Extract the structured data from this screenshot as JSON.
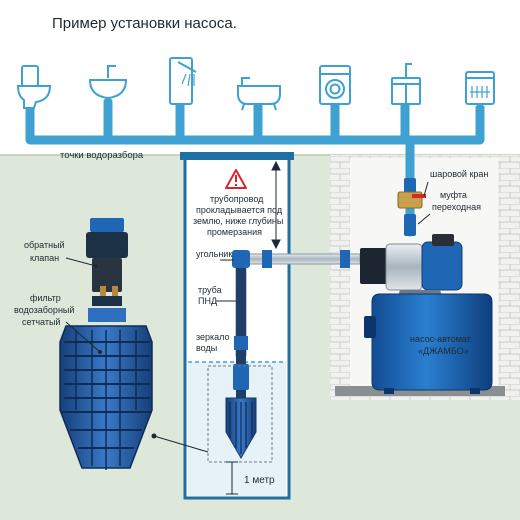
{
  "title": "Пример установки насоса.",
  "labels": {
    "water_points": "точки водоразбора",
    "ball_valve": "шаровой кран",
    "coupling_1": "муфта",
    "coupling_2": "переходная",
    "pipeline_1": "трубопровод",
    "pipeline_2": "прокладывается под",
    "pipeline_3": "землю, ниже глубины",
    "pipeline_4": "промерзания",
    "elbow": "угольник",
    "pipe_1": "труба",
    "pipe_2": "ПНД",
    "mirror_1": "зеркало",
    "mirror_2": "воды",
    "check_valve_1": "обратный",
    "check_valve_2": "клапан",
    "filter_1": "фильтр",
    "filter_2": "водозаборный",
    "filter_3": "сетчатый",
    "pump_1": "насос-автомат",
    "pump_2": "«ДЖАМБО»",
    "depth": "1 метр"
  },
  "icons": [
    "toilet-icon",
    "sink-icon",
    "shower-icon",
    "bathtub-icon",
    "washing-machine-icon",
    "kitchen-sink-icon",
    "dishwasher-icon"
  ],
  "colors": {
    "pipe": "#3fa1d2",
    "pipe_dark": "#1f6fa3",
    "ground": "#dde8da",
    "pump_blue": "#1f66b5",
    "warning": "#d8262c",
    "text": "#1e2a33"
  }
}
